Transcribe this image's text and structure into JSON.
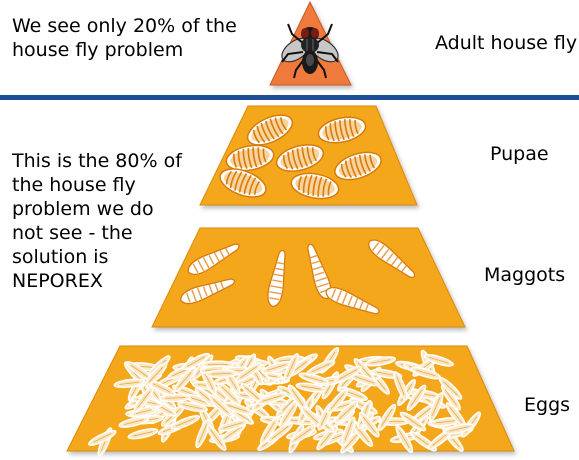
{
  "tagline": "We see only 20% of the house fly problem",
  "note": "This is the 80% of the house fly problem we do not see - the solution is NEPOREX",
  "levels": {
    "adult": "Adult house fly",
    "pupae": "Pupae",
    "maggots": "Maggots",
    "eggs": "Eggs"
  },
  "colors": {
    "tier_fill": "#f5a71c",
    "tier_stroke": "#d98a0a",
    "apex_fill": "#f07a3a",
    "divider": "#1f4e96"
  },
  "icons": {
    "apex": "house-fly-icon",
    "pupae": "pupa-icon",
    "maggots": "maggot-icon",
    "eggs": "egg-icon"
  }
}
